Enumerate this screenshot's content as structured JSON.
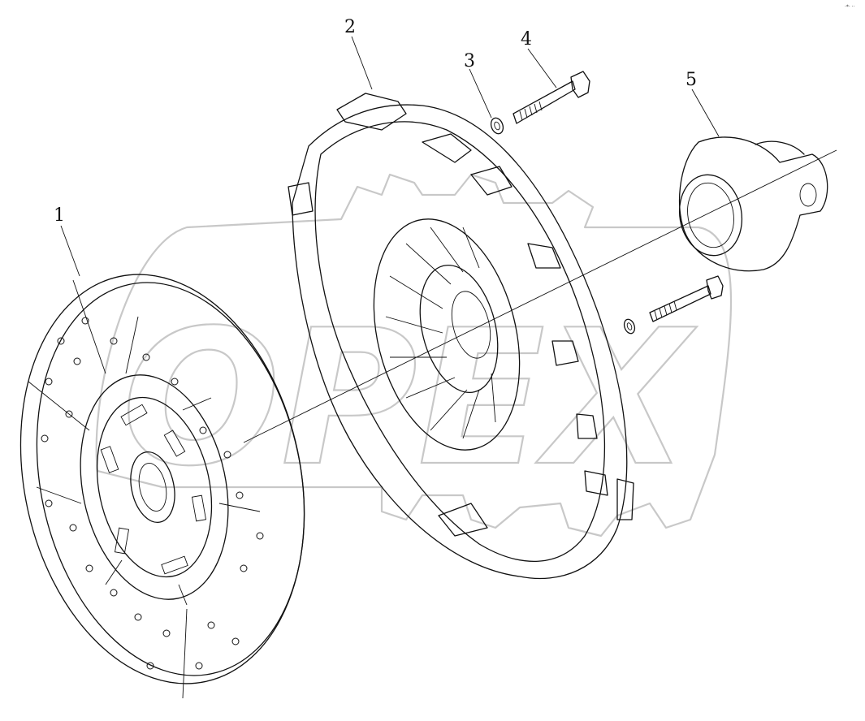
{
  "diagram": {
    "callouts": [
      {
        "id": "1",
        "label": "1"
      },
      {
        "id": "2",
        "label": "2"
      },
      {
        "id": "3",
        "label": "3"
      },
      {
        "id": "4",
        "label": "4"
      },
      {
        "id": "5",
        "label": "5"
      }
    ],
    "watermark": "OPEX",
    "corner_mark": "·*· ··"
  }
}
